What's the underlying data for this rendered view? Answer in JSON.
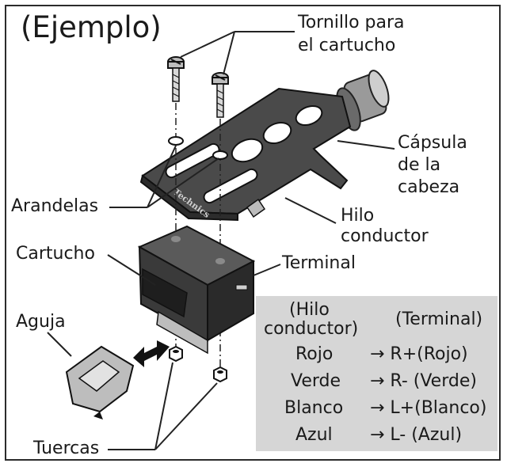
{
  "title": "(Ejemplo)",
  "labels": {
    "screw_line1": "Tornillo para",
    "screw_line2": "el cartucho",
    "head_line1": "Cápsula",
    "head_line2": "de la",
    "head_line3": "cabeza",
    "washers": "Arandelas",
    "lead_line1": "Hilo",
    "lead_line2": "conductor",
    "cartridge": "Cartucho",
    "terminal": "Terminal",
    "needle": "Aguja",
    "nuts": "Tuercas",
    "brand": "Technics"
  },
  "table": {
    "header_lead_line1": "(Hilo",
    "header_lead_line2": "conductor)",
    "header_terminal": "(Terminal)",
    "rows": [
      {
        "lead": "Rojo",
        "terminal": "→ R+(Rojo)"
      },
      {
        "lead": "Verde",
        "terminal": "→ R- (Verde)"
      },
      {
        "lead": "Blanco",
        "terminal": "→ L+(Blanco)"
      },
      {
        "lead": "Azul",
        "terminal": "→ L- (Azul)"
      }
    ]
  },
  "colors": {
    "headshell": "#4a4a4a",
    "cartridge": "#3a3a3a",
    "stylus": "#bdbdbd",
    "table_bg": "#d6d6d6"
  }
}
